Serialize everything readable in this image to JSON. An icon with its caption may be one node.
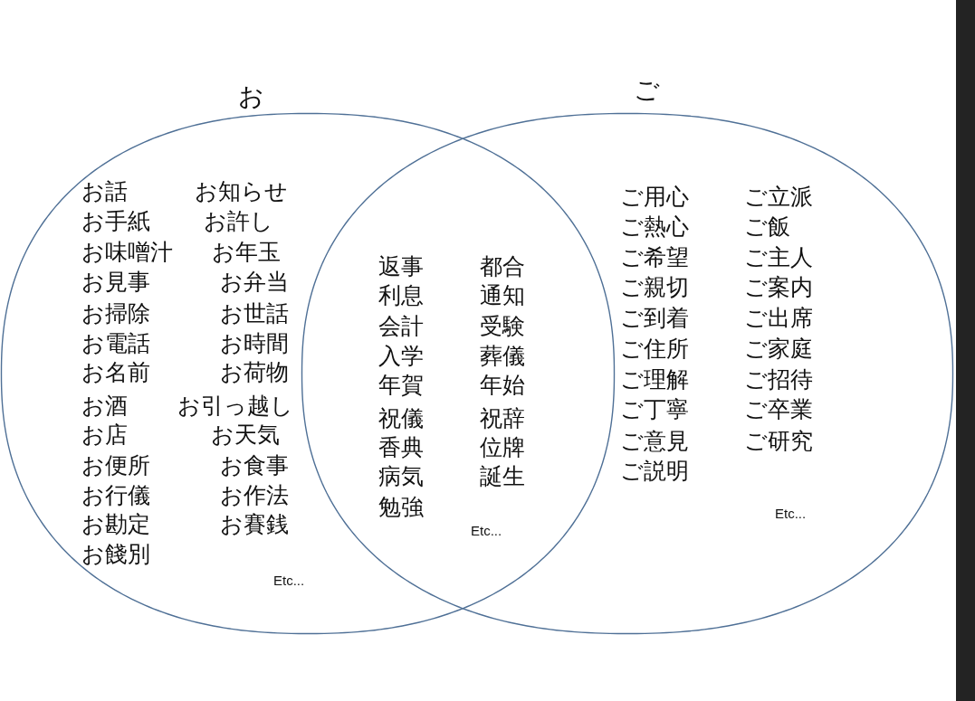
{
  "diagram": {
    "nodes": [
      {
        "text": [
          "お",
          "お話",
          "お手紙",
          "お味噌汁",
          "お見事",
          "お掃除",
          "お電話",
          "お名前",
          "お酒",
          "お店",
          "お便所",
          "お行儀",
          "お勘定",
          "お餞別",
          "お知らせ",
          "お許し",
          "お年玉",
          "お弁当",
          "お世話",
          "お時間",
          "お荷物",
          "お引っ越し",
          "お天気",
          "お食事",
          "お作法",
          "お賽銭",
          "Etc..."
        ]
      },
      {
        "text": [
          "ご",
          "ご用心",
          "ご熱心",
          "ご希望",
          "ご親切",
          "ご到着",
          "ご住所",
          "ご理解",
          "ご丁寧",
          "ご意見",
          "ご説明",
          "ご立派",
          "ご飯",
          "ご主人",
          "ご案内",
          "ご出席",
          "ご家庭",
          "ご招待",
          "ご卒業",
          "ご研究",
          "Etc..."
        ]
      },
      {
        "text": [],
        "shape": "bar"
      }
    ],
    "labels": [
      "返事",
      "利息",
      "会計",
      "入学",
      "年賀",
      "祝儀",
      "香典",
      "病気",
      "勉強",
      "都合",
      "通知",
      "受験",
      "葬儀",
      "年始",
      "祝辞",
      "位牌",
      "誕生",
      "Etc..."
    ]
  }
}
